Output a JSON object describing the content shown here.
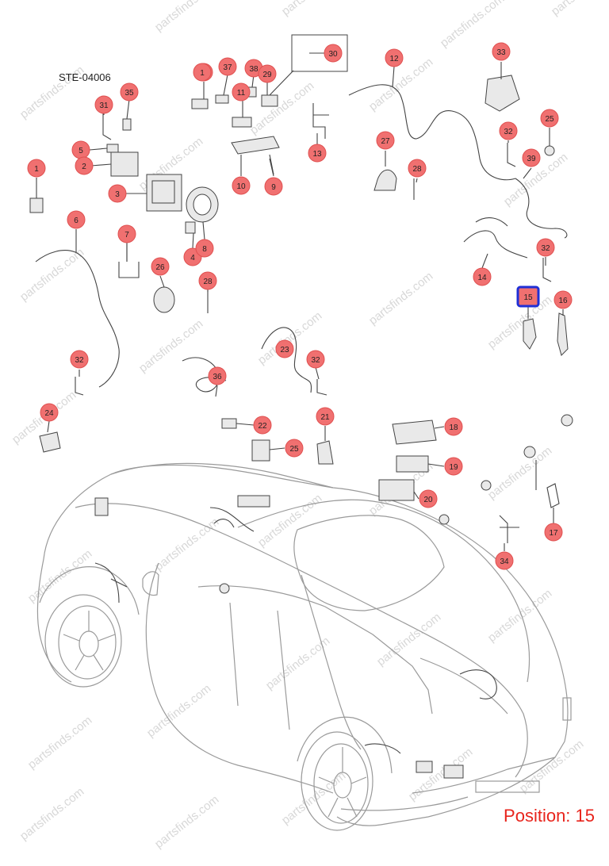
{
  "diagram": {
    "code": "STE-04006",
    "position_label": "Position: 15",
    "watermark": "partsfinds.com",
    "selected_part": "15",
    "colors": {
      "callout_fill": "#f07070",
      "callout_stroke": "#e05050",
      "selected_fill": "#f07070",
      "selected_border": "#1f2fd6",
      "position_text": "#e8241c",
      "line": "#444444"
    },
    "callouts": [
      "1",
      "37",
      "38",
      "11",
      "29",
      "30",
      "35",
      "31",
      "5",
      "2",
      "3",
      "1",
      "10",
      "9",
      "13",
      "12",
      "33",
      "27",
      "28",
      "32",
      "25",
      "39",
      "6",
      "7",
      "26",
      "28",
      "4",
      "8",
      "14",
      "32",
      "15",
      "16",
      "32",
      "23",
      "32",
      "36",
      "24",
      "22",
      "25",
      "21",
      "18",
      "19",
      "20",
      "1",
      "17",
      "34"
    ]
  }
}
